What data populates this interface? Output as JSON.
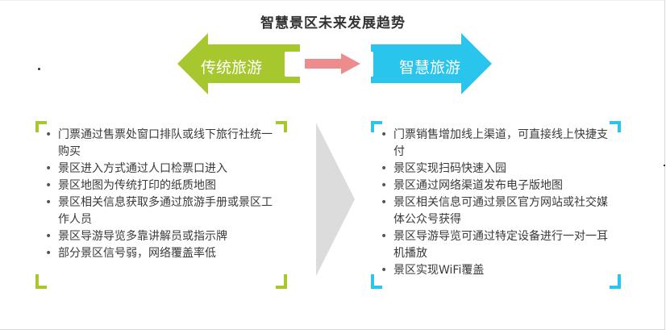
{
  "title": "智慧景区未来发展趋势",
  "arrow": {
    "left_label": "传统旅游",
    "right_label": "智慧旅游"
  },
  "colors": {
    "green": "#a6c82e",
    "blue": "#29c5ec",
    "pink_arrow": "#ec8c8c",
    "gray_chevron": "#dcdcdc"
  },
  "traditional_items": [
    "门票通过售票处窗口排队或线下旅行社统一购买",
    "景区进入方式通过人口检票口进入",
    "景区地图为传统打印的纸质地图",
    "景区相关信息获取多通过旅游手册或景区工作人员",
    "景区导游导览多靠讲解员或指示牌",
    "部分景区信号弱，网络覆盖率低"
  ],
  "smart_items": [
    "门票销售增加线上渠道，可直接线上快捷支付",
    "景区实现扫码快速入园",
    "景区通过网络渠道发布电子版地图",
    "景区相关信息可通过景区官方网站或社交媒体公众号获得",
    "景区导游导览可通过特定设备进行一对一耳机播放",
    "景区实现WiFi覆盖"
  ]
}
